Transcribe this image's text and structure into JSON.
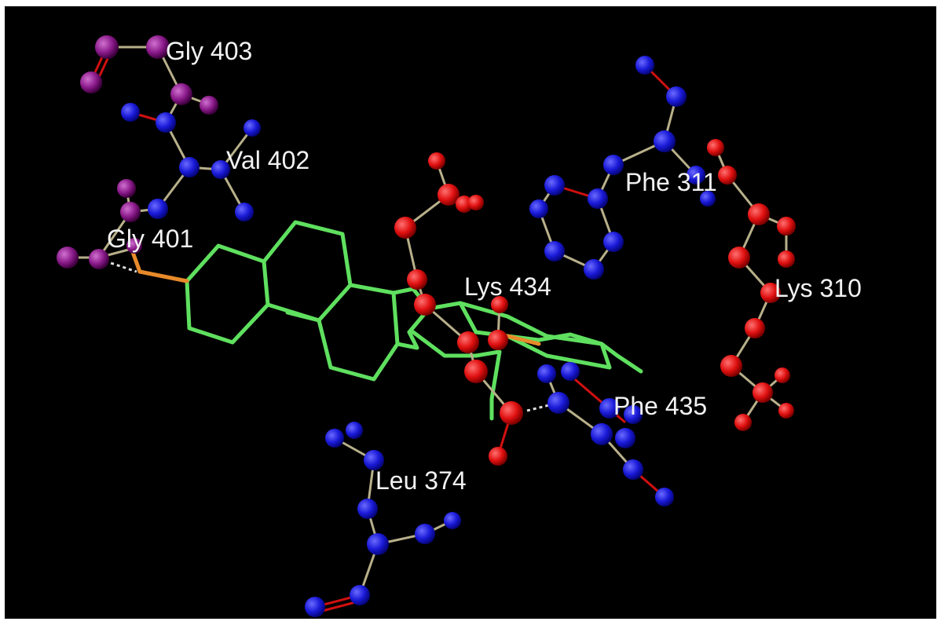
{
  "labels": {
    "gly403": "Gly 403",
    "val402": "Val 402",
    "gly401": "Gly 401",
    "phe311": "Phe 311",
    "lys434": "Lys 434",
    "lys310": "Lys 310",
    "phe435": "Phe 435",
    "leu374": "Leu 374"
  },
  "colors": {
    "background": "#000000",
    "ligand": "#5fe05f",
    "atom_blue": "#1a1ad8",
    "atom_red": "#e01010",
    "atom_purple": "#8a1a8a",
    "label": "#f2f2f2"
  }
}
